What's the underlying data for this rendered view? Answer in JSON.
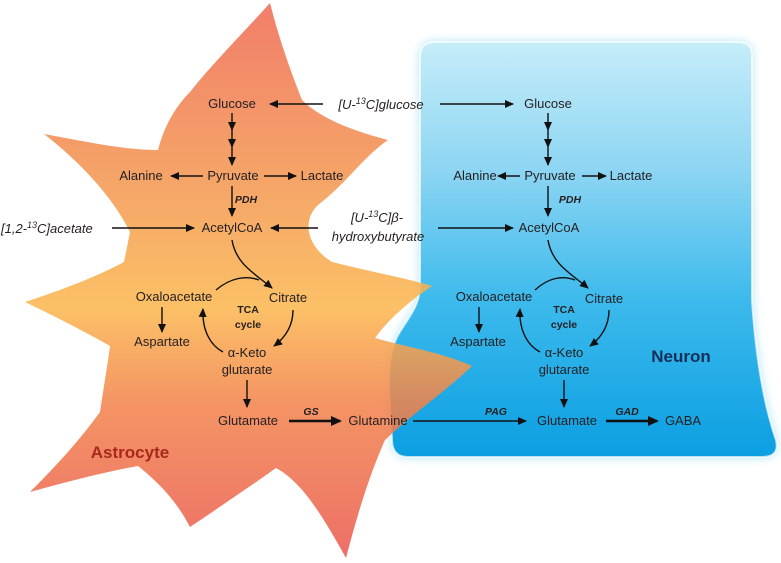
{
  "tracers": {
    "glucose": {
      "prefix": "[U-",
      "sup": "13",
      "suffix": "C]glucose"
    },
    "acetate": {
      "prefix": "[1,2-",
      "sup": "13",
      "suffix": "C]acetate"
    },
    "hydroxybutyrate": {
      "prefix": "[U-",
      "sup": "13",
      "suffix": "C]β-",
      "line2": "hydroxybutyrate"
    }
  },
  "astrocyte": {
    "label": "Astrocyte",
    "glucose": "Glucose",
    "alanine": "Alanine",
    "pyruvate": "Pyruvate",
    "lactate": "Lactate",
    "pdh": "PDH",
    "acetylcoa": "AcetylCoA",
    "oxaloacetate": "Oxaloacetate",
    "citrate": "Citrate",
    "tca": [
      "TCA",
      "cycle"
    ],
    "aspartate": "Aspartate",
    "alpha_ketoglutarate": [
      "α-Keto",
      "glutarate"
    ],
    "glutamate": "Glutamate",
    "gs": "GS",
    "glutamine": "Glutamine"
  },
  "neuron": {
    "label": "Neuron",
    "glucose": "Glucose",
    "alanine": "Alanine",
    "pyruvate": "Pyruvate",
    "lactate": "Lactate",
    "pdh": "PDH",
    "acetylcoa": "AcetylCoA",
    "oxaloacetate": "Oxaloacetate",
    "citrate": "Citrate",
    "tca": [
      "TCA",
      "cycle"
    ],
    "aspartate": "Aspartate",
    "alpha_ketoglutarate": [
      "α-Keto",
      "glutarate"
    ],
    "pag": "PAG",
    "glutamate": "Glutamate",
    "gad": "GAD",
    "gaba": "GABA"
  },
  "colors": {
    "astrocyte_label": "#a8281c",
    "neuron_label": "#152f5a",
    "astro_top": "#ef6952",
    "astro_mid": "#f49a4f",
    "astro_center": "#fbb64d",
    "astro_low": "#f2834b",
    "astro_bottom": "#ea584e",
    "neuron_top": "#c6edf9",
    "neuron_upper": "#8fd6f3",
    "neuron_mid": "#3dbaec",
    "neuron_bottom": "#0b9fe2",
    "neuron_glow": "#a9e2f7"
  }
}
